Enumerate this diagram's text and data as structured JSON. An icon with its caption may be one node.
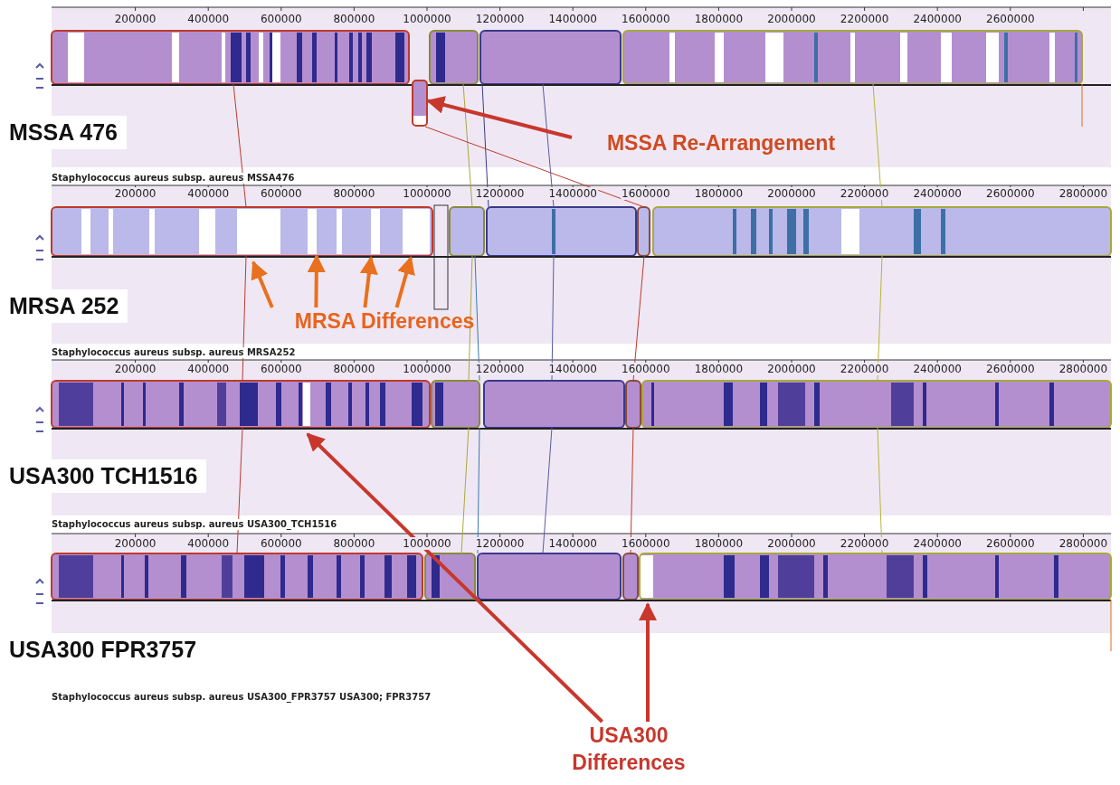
{
  "diagram": {
    "nodes": [
      {
        "text": [
          "MSSA Re-Arrangement"
        ]
      },
      {
        "text": [],
        "shape": "box"
      },
      {
        "text": [
          "MRSA Differences"
        ]
      },
      {
        "text": [
          "USA300 Differences"
        ]
      }
    ],
    "edges": [
      {
        "from": 0,
        "to": 1,
        "arrow": "to",
        "color": "#c8372d"
      },
      {
        "from": 2,
        "to": null,
        "arrow": "to"
      },
      {
        "from": 2,
        "to": null,
        "arrow": "to"
      },
      {
        "from": 2,
        "to": null,
        "arrow": "to"
      },
      {
        "from": 2,
        "to": null,
        "arrow": "to"
      },
      {
        "from": 3,
        "to": null,
        "arrow": "to",
        "color": "#c8372d"
      },
      {
        "from": 3,
        "to": null,
        "arrow": "to",
        "color": "#c8372d"
      }
    ],
    "labels": [
      "200000",
      "400000",
      "600000",
      "800000",
      "1000000",
      "1200000",
      "1400000",
      "1600000",
      "1800000",
      "2000000",
      "2200000",
      "2400000",
      "2600000",
      "MSSA 476",
      "Staphylococcus aureus subsp. aureus MSSA476",
      "200000",
      "400000",
      "600000",
      "800000",
      "1000000",
      "1200000",
      "1400000",
      "1600000",
      "1800000",
      "2000000",
      "2200000",
      "2400000",
      "2600000",
      "2800000",
      "MRSA 252",
      "Staphylococcus aureus subsp. aureus MRSA252",
      "200000",
      "400000",
      "600000",
      "800000",
      "1000000",
      "1200000",
      "1400000",
      "1600000",
      "1800000",
      "2000000",
      "2200000",
      "2400000",
      "2600000",
      "2800000",
      "USA300 TCH1516",
      "Staphylococcus aureus subsp. aureus USA300_TCH1516",
      "200000",
      "400000",
      "600000",
      "800000",
      "1000000",
      "1200000",
      "1400000",
      "1600000",
      "1800000",
      "2000000",
      "2200000",
      "2400000",
      "2600000",
      "2800000",
      "USA300 FPR3757",
      "Staphylococcus aureus subsp. aureus USA300_FPR3757 USA300; FPR3757"
    ]
  }
}
